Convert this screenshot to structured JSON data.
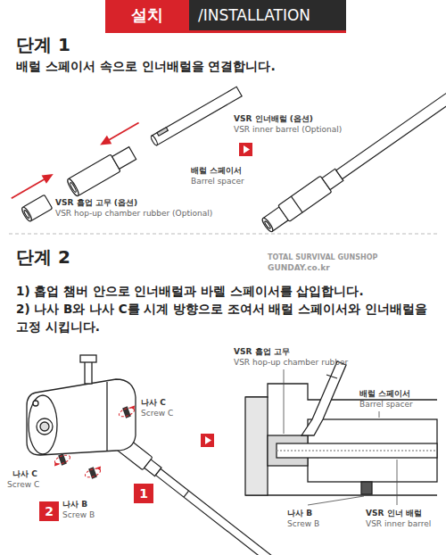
{
  "diagram": {
    "title": "설치",
    "nodes": [
      {
        "text": [
          "1"
        ]
      },
      {
        "text": [
          "2"
        ]
      }
    ],
    "labels": [
      "/INSTALLATION",
      "단계 1",
      "배럴 스페이서 속으로 인너배럴을 연결합니다.",
      "VSR 인너배럴 (옵션)",
      "VSR inner barrel (Optional)",
      "배럴 스페이서",
      "Barrel spacer",
      "VSR 홉업 고무 (옵션)",
      "VSR hop-up chamber rubber (Optional)",
      "단계 2",
      "1) 홉업 챔버 안으로 인너배럴과 바렐 스페이서를 삽입합니다.",
      "2) 나사 B와 나사 C를 시계 방향으로 조여서 배럴 스페이서와 인너배럴을 고정 시킵니다.",
      "나사 C",
      "Screw C",
      "나사 C",
      "Screw C",
      "나사 B",
      "Screw B",
      "VSR 홉업 고무",
      "VSR hop-up chamber rubber",
      "배럴 스페이서",
      "Barrel spacer",
      "나사 B",
      "Screw B",
      "VSR 인너 배럴",
      "VSR inner barrel",
      "TOTAL SURVIVAL GUNSHOP",
      "GUNDAY.co.kr"
    ]
  }
}
